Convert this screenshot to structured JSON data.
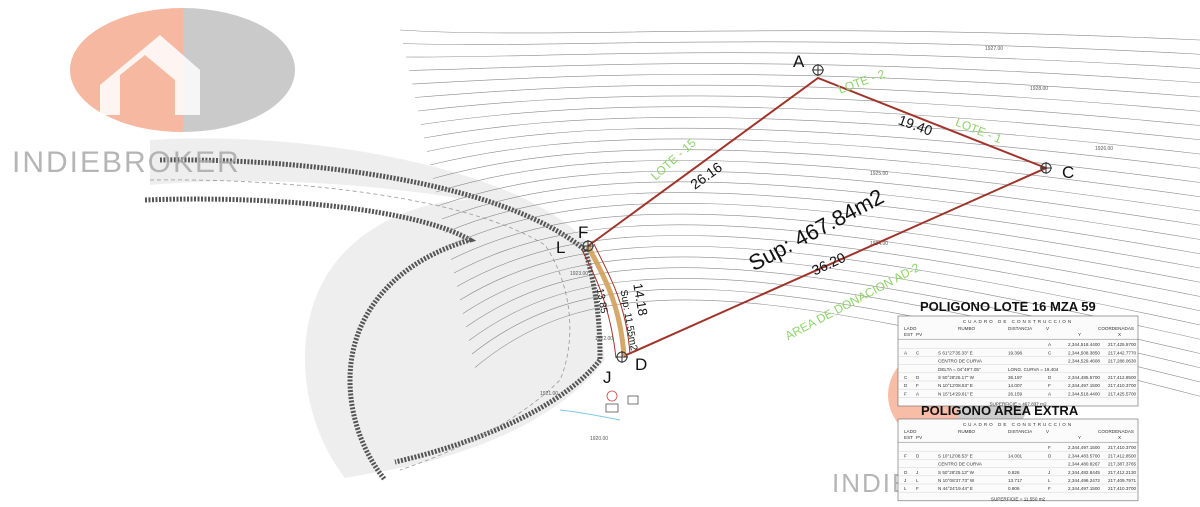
{
  "watermark": {
    "brand": "INDIEBROKER",
    "logo_color_left": "#f5a78a",
    "logo_color_right": "#bdbdbd"
  },
  "plan": {
    "vertices": {
      "A": "A",
      "C": "C",
      "F": "F",
      "L": "L",
      "J": "J",
      "D": "D"
    },
    "boundary_color": "#a0342a",
    "curve_color": "#d2a05a",
    "area_label": "Sup: 467.84m2",
    "distances": {
      "AF": "26.16",
      "AC": "19.40",
      "CD": "36.20",
      "FD": "14.18",
      "LJ": "13.85",
      "small_area": "Sup: 11.55m2"
    },
    "neighbor_labels": {
      "lote15": "LOTE - 15",
      "lote2": "LOTE - 2",
      "lote1": "LOTE - 1",
      "donation": "AREA DE DONACION AD-2"
    },
    "label_color_green": "#8ed36a",
    "contours": [
      "1928.00",
      "1927.00",
      "1926.00",
      "1925.00",
      "1924.00",
      "1923.00",
      "1922.00",
      "1921.00",
      "1920.00"
    ]
  },
  "table1": {
    "title": "POLIGONO LOTE 16 MZA 59",
    "header": "CUADRO DE CONSTRUCCION",
    "columns": [
      "LADO",
      "RUMBO",
      "DISTANCIA",
      "V",
      "COORDENADAS"
    ],
    "subcols": [
      "EST",
      "PV",
      "Y",
      "X"
    ],
    "rows": [
      [
        "",
        "",
        "",
        "",
        "A",
        "2,344,518.4400",
        "217,425.5700"
      ],
      [
        "A",
        "C",
        "S 61°27'35.33\" E",
        "19.398",
        "C",
        "2,344,508.3850",
        "217,442.7770"
      ],
      [
        "",
        "",
        "CENTRO DE CURVA",
        "",
        "",
        "2,344,529.4608",
        "217,288.0630"
      ],
      [
        "",
        "",
        "DELTA = 04°49'7.05\"",
        "LONG. CURVA = 19.404",
        "",
        "",
        ""
      ],
      [
        "C",
        "D",
        "S 50°28'25.17\" W",
        "36.197",
        "D",
        "2,344,485.5700",
        "217,412.8500"
      ],
      [
        "D",
        "F",
        "N 10°12'08.53\" E",
        "14.007",
        "F",
        "2,344,497.1500",
        "217,410.3700"
      ],
      [
        "F",
        "A",
        "N 15°14'29.61\" E",
        "26.159",
        "A",
        "2,344,518.4400",
        "217,425.5700"
      ]
    ],
    "surface": "SUPERFICIE = 467.837 m2"
  },
  "table2": {
    "title": "POLIGONO AREA EXTRA",
    "header": "CUADRO DE CONSTRUCCION",
    "columns": [
      "LADO",
      "RUMBO",
      "DISTANCIA",
      "V",
      "COORDENADAS"
    ],
    "subcols": [
      "EST",
      "PV",
      "Y",
      "X"
    ],
    "rows": [
      [
        "",
        "",
        "",
        "",
        "F",
        "2,344,497.1500",
        "217,410.3700"
      ],
      [
        "F",
        "D",
        "S 10°12'08.53\" E",
        "14.001",
        "D",
        "2,344,483.5700",
        "217,412.8500"
      ],
      [
        "",
        "",
        "CENTRO DE CURVA",
        "",
        "",
        "2,344,480.8267",
        "217,387.3765"
      ],
      [
        "D",
        "J",
        "S 50°28'25.13\" W",
        "0.826",
        "J",
        "2,344,482.8445",
        "217,412.2130"
      ],
      [
        "J",
        "L",
        "N 10°08'37.73\" W",
        "13.717",
        "L",
        "2,344,496.2472",
        "217,409.7971"
      ],
      [
        "L",
        "F",
        "N 44°24'19.44\" E",
        "0.806",
        "F",
        "2,344,497.1500",
        "217,410.3700"
      ]
    ],
    "surface": "SUPERFICIE = 11.550 m2"
  }
}
